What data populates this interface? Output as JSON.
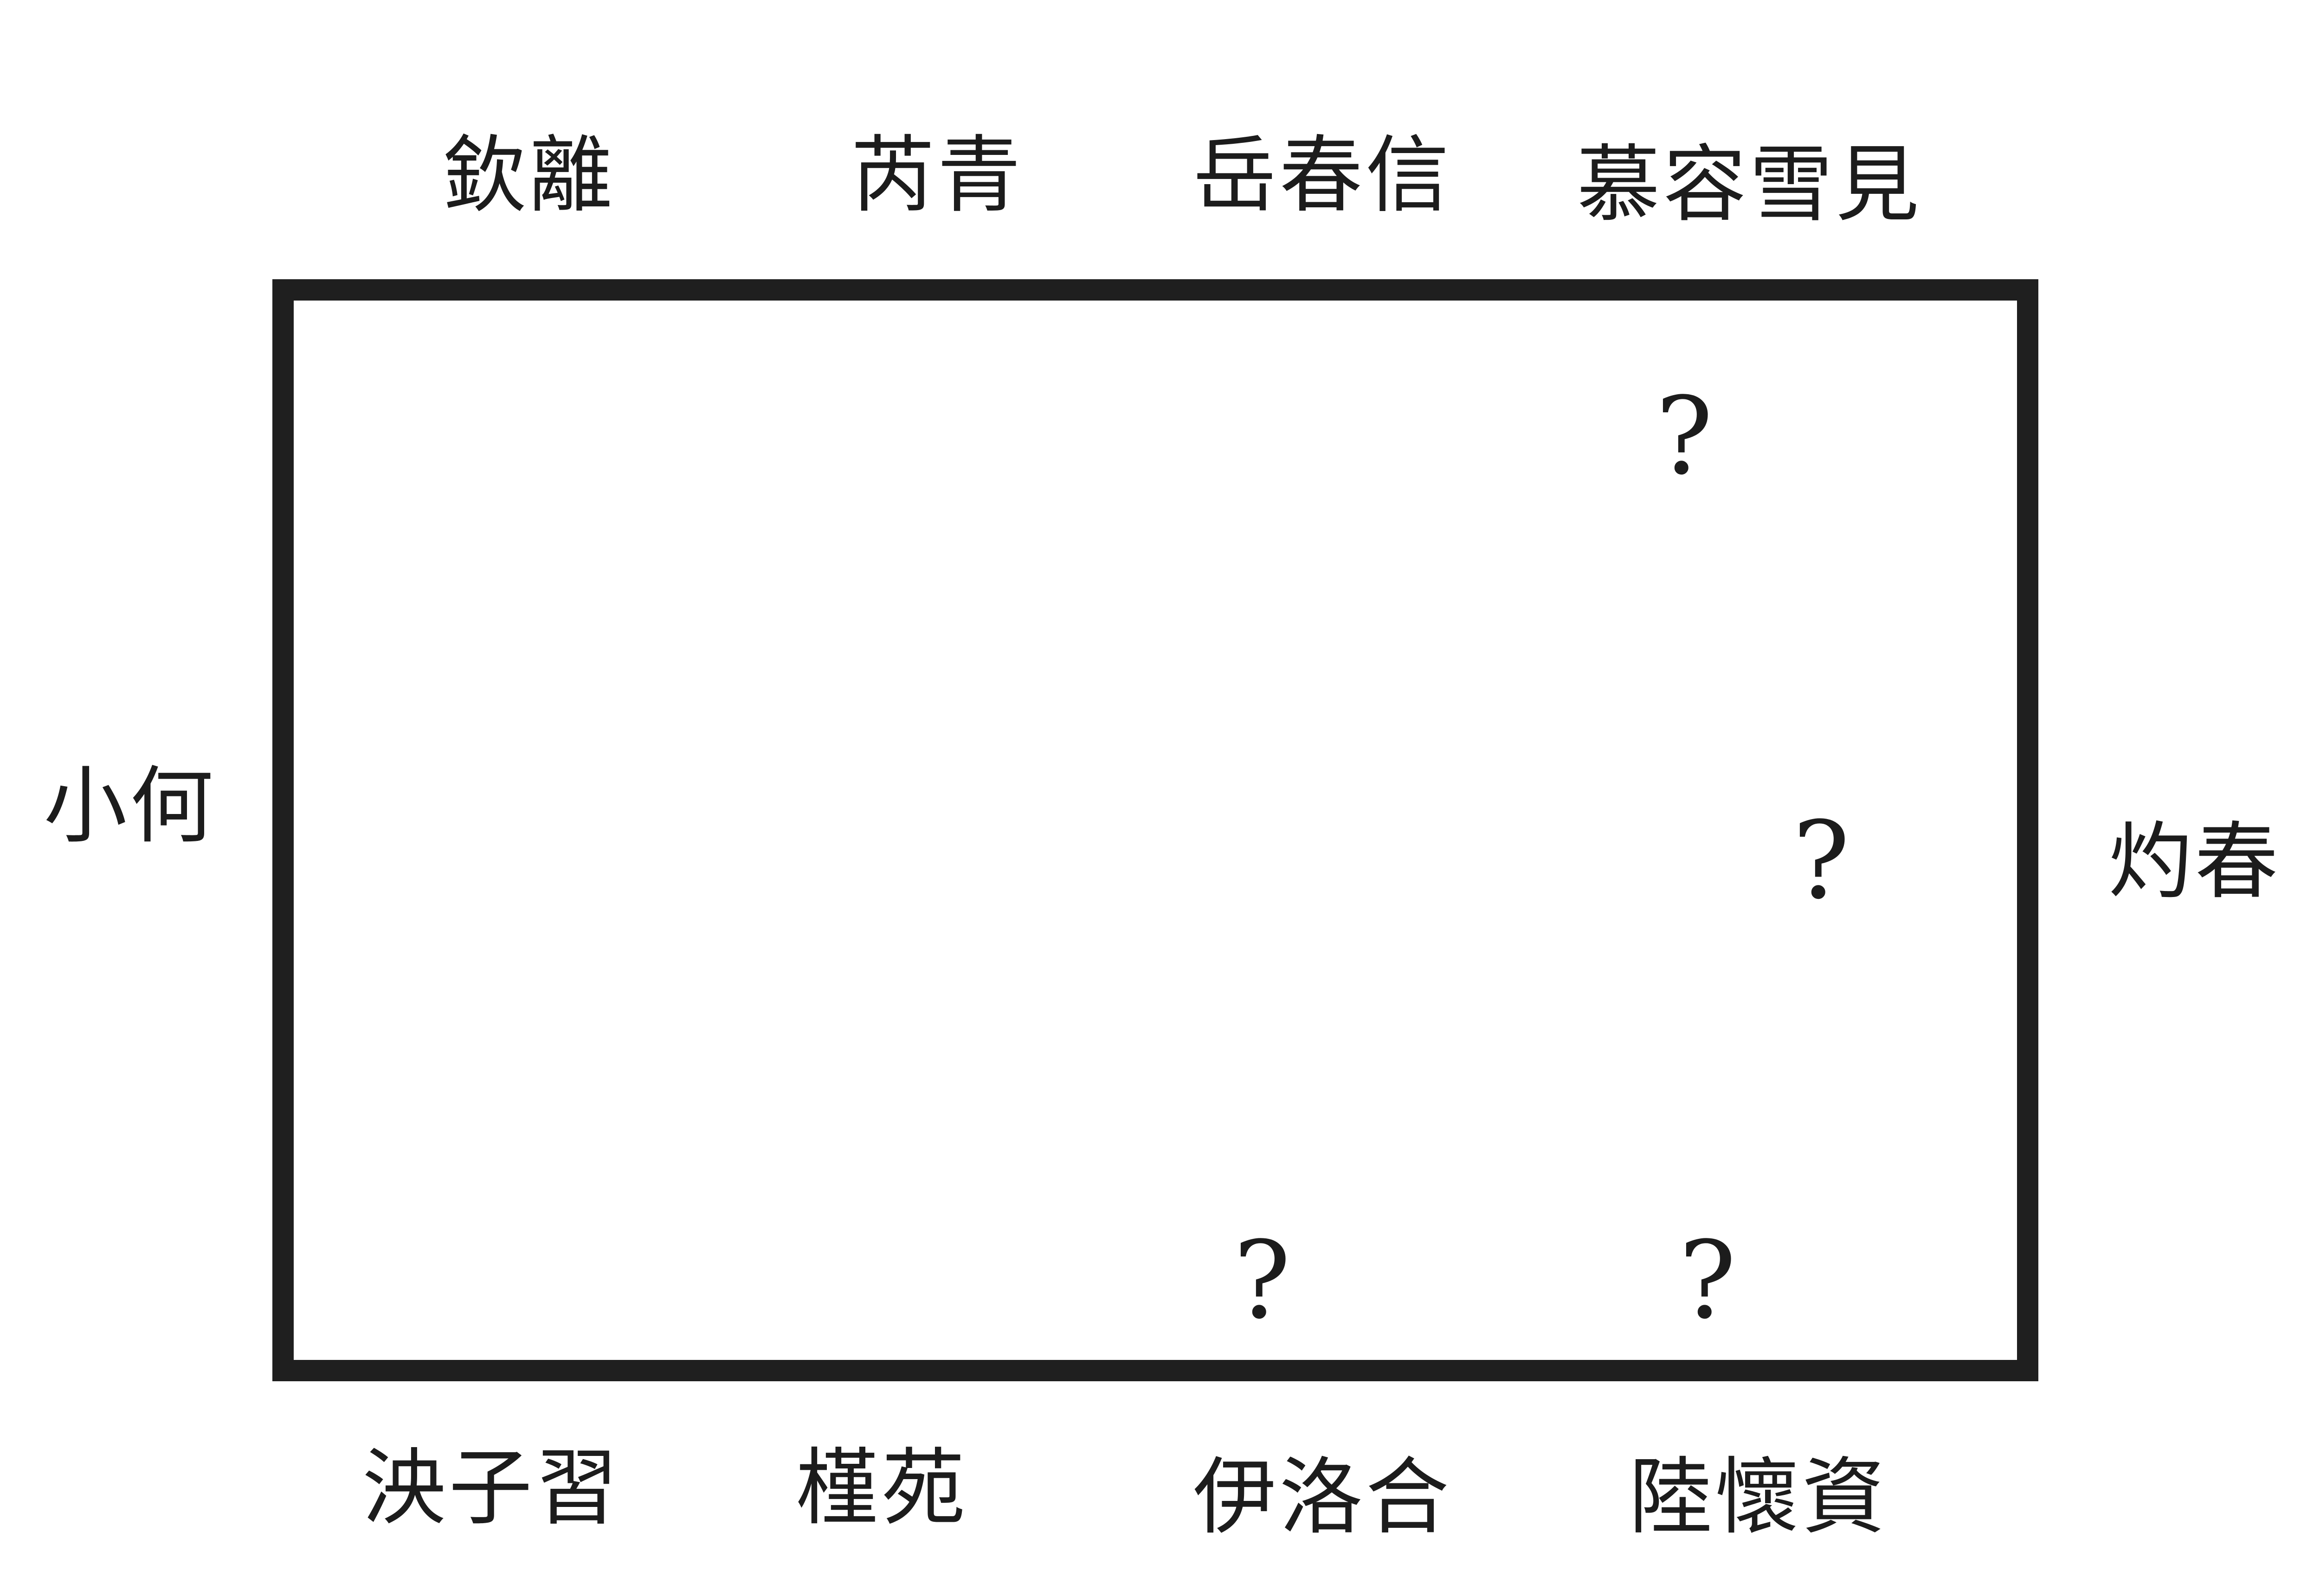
{
  "top_names": [
    "欽離",
    "芮青",
    "岳春信",
    "慕容雪見"
  ],
  "left_names": [
    "小何"
  ],
  "right_names": [
    "灼春"
  ],
  "bottom_names": [
    "泱子習",
    "槿苑",
    "伊洛合",
    "陸懷資"
  ],
  "unknown_marks": [
    "?",
    "?",
    "?",
    "?"
  ],
  "colors": {
    "ink": "#1c1c1c",
    "background": "#ffffff"
  }
}
